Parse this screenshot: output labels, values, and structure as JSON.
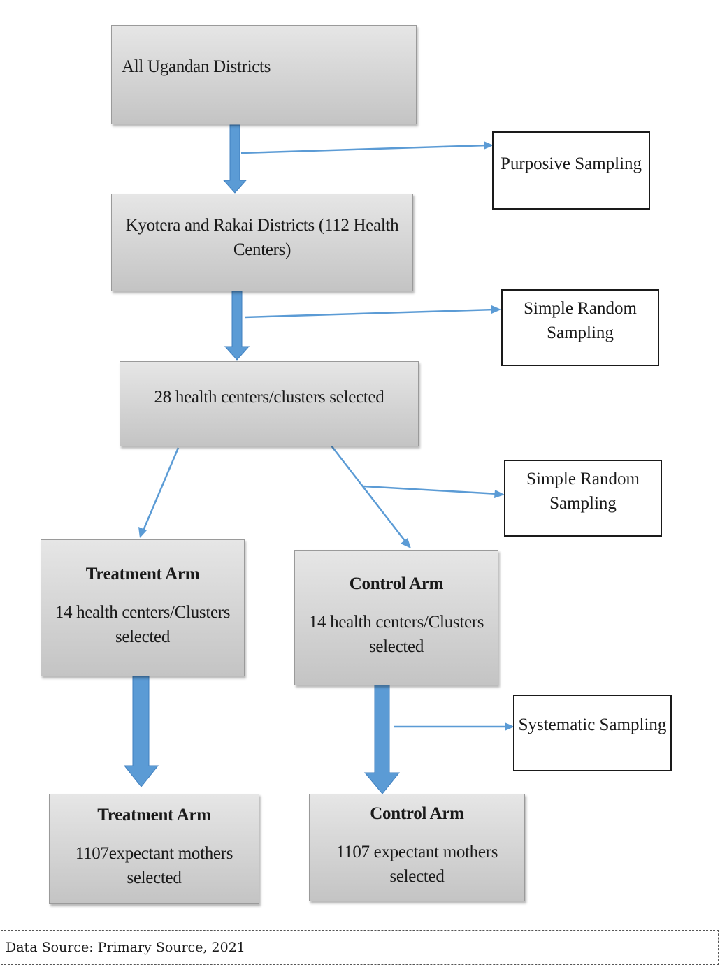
{
  "boxes": {
    "all_districts": "All Ugandan Districts",
    "kyotera_rakai": [
      "Kyotera and Rakai Districts (112 Health",
      "Centers)"
    ],
    "selected_28": "28 health centers/clusters selected",
    "treatment_arm_1": {
      "title": "Treatment Arm",
      "lines": [
        "14 health centers/Clusters",
        "selected"
      ]
    },
    "control_arm_1": {
      "title": "Control Arm",
      "lines": [
        "14 health centers/Clusters",
        "selected"
      ]
    },
    "treatment_arm_2": {
      "title": "Treatment Arm",
      "lines": [
        "1107expectant mothers",
        "selected"
      ]
    },
    "control_arm_2": {
      "title": "Control Arm",
      "lines": [
        "1107 expectant mothers",
        "selected"
      ]
    }
  },
  "methods": {
    "purposive": "Purposive Sampling",
    "simple_random_1": [
      "Simple Random",
      "Sampling"
    ],
    "simple_random_2": [
      "Simple Random",
      "Sampling"
    ],
    "systematic": "Systematic Sampling"
  },
  "footer": "Data Source: Primary Source, 2021",
  "colors": {
    "arrow": "#5b9bd5",
    "box_fill": "#d3d3d3",
    "method_border": "#1a1a1a"
  }
}
